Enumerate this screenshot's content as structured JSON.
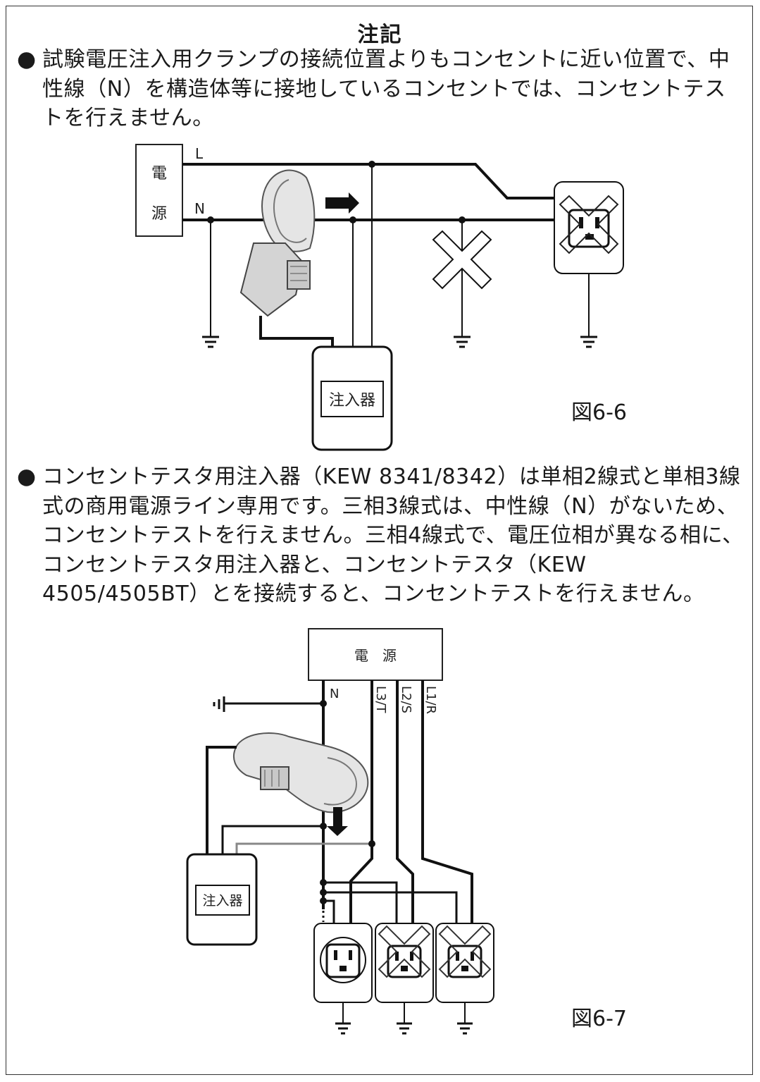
{
  "title": "注記",
  "notes": [
    {
      "bullet": "●",
      "text": "試験電圧注入用クランプの接続位置よりもコンセントに近い位置で、中性線（N）を構造体等に接地しているコンセントでは、コンセントテストを行えません。"
    },
    {
      "bullet": "●",
      "text": "コンセントテスタ用注入器（KEW 8341/8342）は単相2線式と単相3線式の商用電源ライン専用です。三相3線式は、中性線（N）がないため、コンセントテストを行えません。三相4線式で、電圧位相が異なる相に、コンセントテスタ用注入器と、コンセントテスタ（KEW 4505/4505BT）とを接続すると、コンセントテストを行えません。"
    }
  ],
  "figure_6_6": {
    "label": "図6-6",
    "power_source_char1": "電",
    "power_source_char2": "源",
    "line_l": "L",
    "line_n": "N",
    "injector_label": "注入器"
  },
  "figure_6_7": {
    "label": "図6-7",
    "power_source": "電　源",
    "line_n": "N",
    "line_l3": "L3/T",
    "line_l2": "L2/S",
    "line_l1": "L1/R",
    "injector_label": "注入器"
  }
}
